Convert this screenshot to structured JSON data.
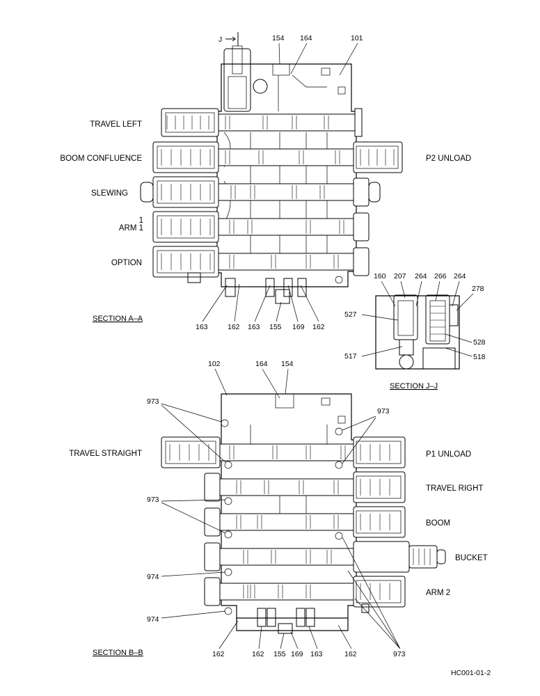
{
  "section_a": {
    "title": "SECTION A–A",
    "view_marker": "J",
    "labels": [
      "TRAVEL LEFT",
      "BOOM CONFLUENCE",
      "SLEWING",
      "1",
      "ARM 1",
      "OPTION"
    ],
    "right_label": "P2 UNLOAD",
    "top_numbers": [
      "154",
      "164",
      "101"
    ],
    "bottom_numbers": [
      "163",
      "162",
      "163",
      "155",
      "169",
      "162"
    ]
  },
  "section_j": {
    "title": "SECTION J–J",
    "numbers": [
      "160",
      "207",
      "264",
      "266",
      "264",
      "278",
      "527",
      "528",
      "517",
      "518"
    ]
  },
  "section_b": {
    "title": "SECTION B–B",
    "left_label": "TRAVEL STRAIGHT",
    "right_labels": [
      "P1 UNLOAD",
      "TRAVEL RIGHT",
      "BOOM",
      "BUCKET",
      "ARM 2"
    ],
    "top_numbers": [
      "102",
      "164",
      "154"
    ],
    "left_numbers": [
      "973",
      "973",
      "974",
      "974"
    ],
    "right_numbers": [
      "973"
    ],
    "bottom_numbers": [
      "162",
      "162",
      "155",
      "169",
      "163",
      "162",
      "973"
    ]
  },
  "drawing_code": "HC001-01-2"
}
